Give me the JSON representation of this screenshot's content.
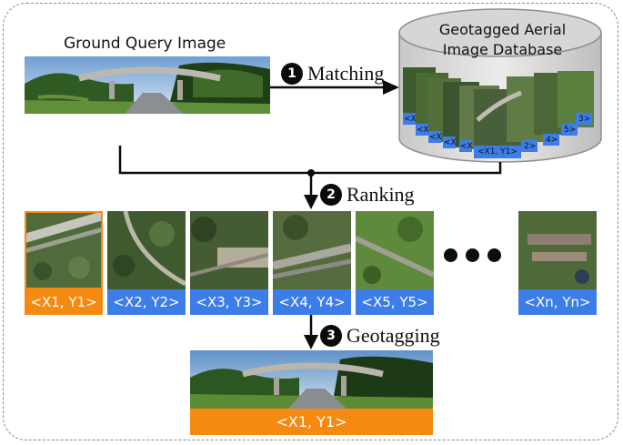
{
  "ground_query_label": "Ground Query Image",
  "database_label_line1": "Geotagged Aerial",
  "database_label_line2": "Image Database",
  "steps": [
    {
      "number": "1",
      "label": "Matching"
    },
    {
      "number": "2",
      "label": "Ranking"
    },
    {
      "number": "3",
      "label": "Geotagging"
    }
  ],
  "database_tiles": [
    "<X",
    "<X",
    "<X",
    "<X",
    "<X",
    "<X1, Y1>",
    "2>",
    "4>",
    "5>",
    "3>"
  ],
  "ranked_candidates": [
    {
      "coord": "<X1, Y1>",
      "highlight": true
    },
    {
      "coord": "<X2, Y2>",
      "highlight": false
    },
    {
      "coord": "<X3, Y3>",
      "highlight": false
    },
    {
      "coord": "<X4, Y4>",
      "highlight": false
    },
    {
      "coord": "<X5, Y5>",
      "highlight": false
    },
    {
      "coord": "<Xn, Yn>",
      "highlight": false
    }
  ],
  "result_coord": "<X1, Y1>",
  "colors": {
    "blue": "#3c7de8",
    "orange": "#f58a13",
    "arrow": "#0b0b0b",
    "frame": "#8a8a8a"
  }
}
